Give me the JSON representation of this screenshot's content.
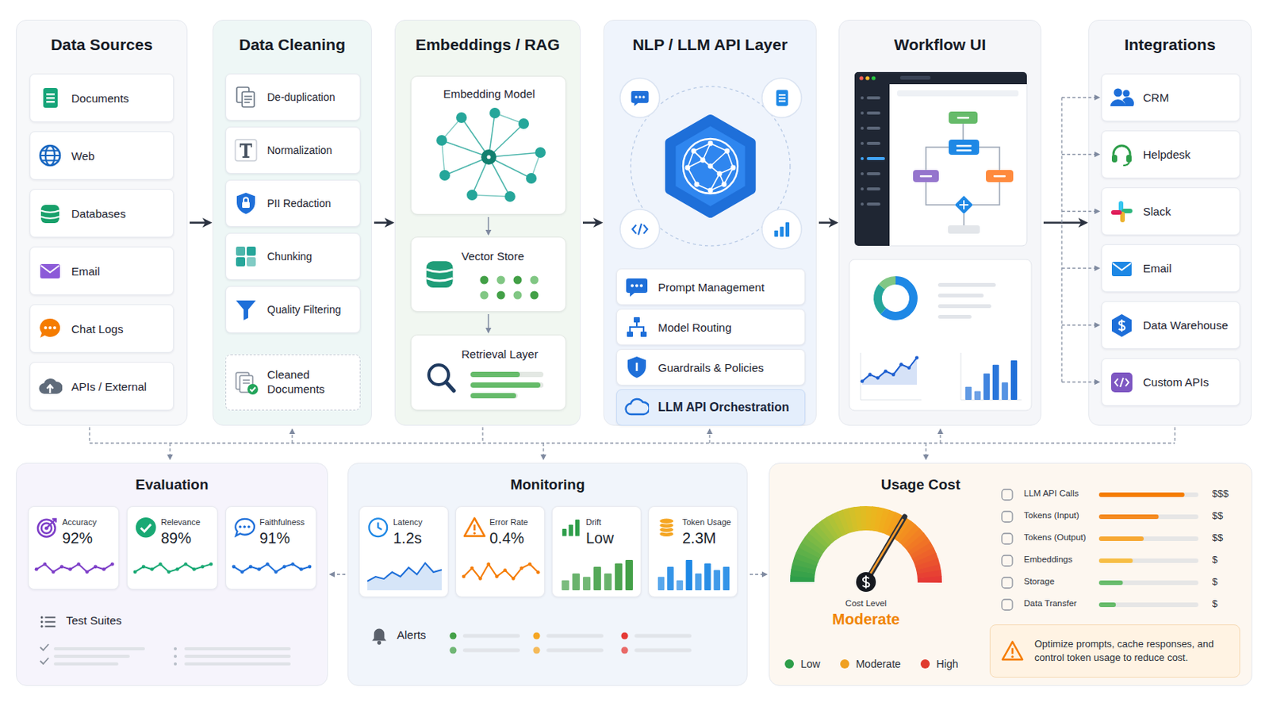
{
  "diagram": {
    "nodes": [
      {
        "text": [
          "Data Sources"
        ]
      },
      {
        "text": [
          "Documents"
        ],
        "in": 0
      },
      {
        "text": [
          "Web"
        ],
        "in": 0
      },
      {
        "text": [
          "Databases"
        ],
        "in": 0
      },
      {
        "text": [
          "Email"
        ],
        "in": 0
      },
      {
        "text": [
          "Chat Logs"
        ],
        "in": 0
      },
      {
        "text": [
          "APIs / External"
        ],
        "in": 0
      },
      {
        "text": [
          "Data Cleaning"
        ]
      },
      {
        "text": [
          "De-duplication"
        ],
        "in": 7
      },
      {
        "text": [
          "Normalization"
        ],
        "in": 7
      },
      {
        "text": [
          "PII Redaction"
        ],
        "in": 7
      },
      {
        "text": [
          "Chunking"
        ],
        "in": 7
      },
      {
        "text": [
          "Quality Filtering"
        ],
        "in": 7
      },
      {
        "text": [
          "Cleaned Documents"
        ],
        "in": 7
      },
      {
        "text": [
          "Embeddings / RAG"
        ]
      },
      {
        "text": [
          "Embedding Model"
        ],
        "in": 14
      },
      {
        "text": [
          "Vector Store"
        ],
        "in": 14
      },
      {
        "text": [
          "Retrieval Layer"
        ],
        "in": 14
      },
      {
        "text": [
          "NLP / LLM API Layer"
        ]
      },
      {
        "text": [
          "Prompt Management"
        ],
        "in": 18
      },
      {
        "text": [
          "Model Routing"
        ],
        "in": 18
      },
      {
        "text": [
          "Guardrails & Policies"
        ],
        "in": 18
      },
      {
        "text": [
          "LLM API Orchestration"
        ],
        "in": 18
      },
      {
        "text": [
          "Workflow UI"
        ]
      },
      {
        "text": [
          "Integrations"
        ]
      },
      {
        "text": [
          "CRM"
        ],
        "in": 24
      },
      {
        "text": [
          "Helpdesk"
        ],
        "in": 24
      },
      {
        "text": [
          "Slack"
        ],
        "in": 24
      },
      {
        "text": [
          "Email"
        ],
        "in": 24
      },
      {
        "text": [
          "Data Warehouse"
        ],
        "in": 24
      },
      {
        "text": [
          "Custom APIs"
        ],
        "in": 24
      },
      {
        "text": [
          "Evaluation"
        ]
      },
      {
        "text": [
          "Accuracy",
          "92%"
        ],
        "in": 31
      },
      {
        "text": [
          "Relevance",
          "89%"
        ],
        "in": 31
      },
      {
        "text": [
          "Faithfulness",
          "91%"
        ],
        "in": 31
      },
      {
        "text": [
          "Test Suites"
        ],
        "in": 31
      },
      {
        "text": [
          "Monitoring"
        ]
      },
      {
        "text": [
          "Latency",
          "1.2s"
        ],
        "in": 36
      },
      {
        "text": [
          "Error Rate",
          "0.4%"
        ],
        "in": 36
      },
      {
        "text": [
          "Drift",
          "Low"
        ],
        "in": 36
      },
      {
        "text": [
          "Token Usage",
          "2.3M"
        ],
        "in": 36
      },
      {
        "text": [
          "Alerts"
        ],
        "in": 36
      },
      {
        "text": [
          "Usage Cost"
        ]
      },
      {
        "text": [
          "Optimize prompts, cache responses, and control token usage to reduce cost."
        ],
        "in": 42
      }
    ],
    "edges": [
      {
        "from": 0,
        "to": 7,
        "arrow": "to"
      },
      {
        "from": 7,
        "to": 14,
        "arrow": "to"
      },
      {
        "from": 14,
        "to": 18,
        "arrow": "to"
      },
      {
        "from": 18,
        "to": 23,
        "arrow": "to"
      },
      {
        "from": 23,
        "to": 24,
        "arrow": "to"
      },
      {
        "from": 15,
        "to": 16,
        "arrow": "to"
      },
      {
        "from": 16,
        "to": 17,
        "arrow": "to"
      },
      {
        "from": 36,
        "to": 31,
        "arrow": "to"
      },
      {
        "from": 36,
        "to": 42,
        "arrow": "to"
      }
    ],
    "labels": [
      "Cost Level",
      "Moderate",
      "LLM API Calls",
      "$$$",
      "Tokens (Input)",
      "$$",
      "Tokens (Output)",
      "$$",
      "Embeddings",
      "$",
      "Storage",
      "$",
      "Data Transfer",
      "$"
    ],
    "legend": [
      {
        "text": "Low",
        "color": "#2e9e4a"
      },
      {
        "text": "Moderate",
        "color": "#f0a020"
      },
      {
        "text": "High",
        "color": "#e03a2e"
      }
    ]
  }
}
